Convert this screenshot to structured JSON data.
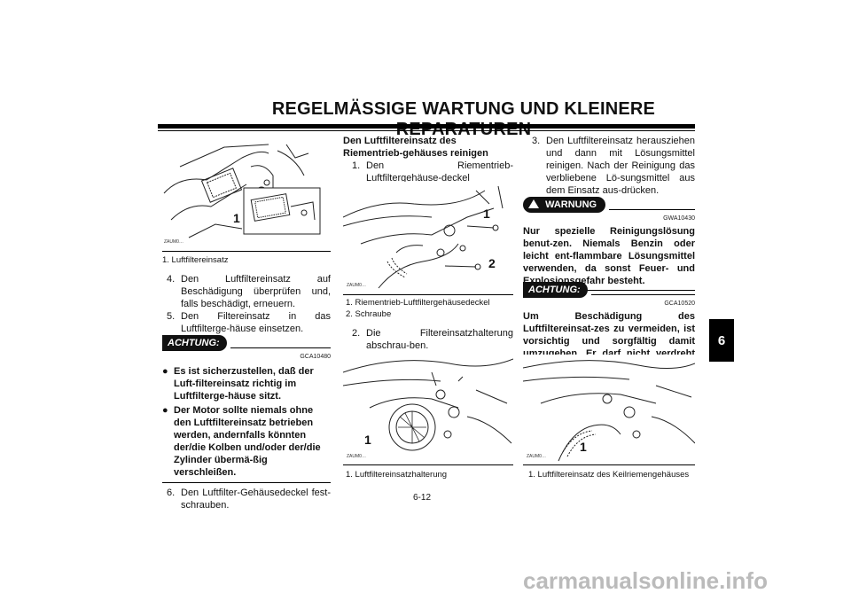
{
  "header": {
    "title": "REGELMÄSSIGE WARTUNG UND KLEINERE REPARATUREN"
  },
  "chapter_tab": "6",
  "page_number": "6-12",
  "col1": {
    "figure1": {
      "callout": "1",
      "code": "ZAUM0…",
      "caption": "1. Luftfiltereinsatz"
    },
    "steps": [
      {
        "n": "4.",
        "text": "Den Luftfiltereinsatz auf Beschädigung überprüfen und, falls beschädigt, erneuern."
      },
      {
        "n": "5.",
        "text": "Den Filtereinsatz in das Luftfilterge-häuse einsetzen."
      }
    ],
    "achtung": {
      "label": "ACHTUNG:",
      "code": "GCA10480",
      "bullets": [
        "Es ist sicherzustellen, daß der Luft-filtereinsatz richtig im Luftfilterge-häuse sitzt.",
        "Der Motor sollte niemals ohne den Luftfiltereinsatz betrieben werden, andernfalls könnten der/die Kolben und/oder der/die Zylinder übermä-ßig verschleißen."
      ]
    },
    "step6": {
      "n": "6.",
      "text": "Den Luftfilter-Gehäusedeckel fest-schrauben."
    }
  },
  "col2": {
    "heading": "Den Luftfiltereinsatz des Riementrieb-gehäuses reinigen",
    "step1": {
      "n": "1.",
      "text": "Den Riementrieb-Luftfiltergehäuse-deckel abschrauben."
    },
    "figure2": {
      "callout1": "1",
      "callout2": "2",
      "code": "ZAUM0…",
      "captions": [
        "1. Riementrieb-Luftfiltergehäusedeckel",
        "2. Schraube"
      ]
    },
    "step2": {
      "n": "2.",
      "text": "Die Filtereinsatzhalterung abschrau-ben."
    },
    "figure3": {
      "callout": "1",
      "code": "ZAUM0…",
      "caption": "1. Luftfiltereinsatzhalterung"
    }
  },
  "col3": {
    "step3": {
      "n": "3.",
      "text": "Den Luftfiltereinsatz herausziehen und dann mit Lösungsmittel reinigen. Nach der Reinigung das verbliebene Lö-sungsmittel aus dem Einsatz aus-drücken."
    },
    "warnung": {
      "label": "WARNUNG",
      "code": "GWA10430",
      "text": "Nur spezielle Reinigungslösung benut-zen. Niemals Benzin oder leicht ent-flammbare Lösungsmittel verwenden, da sonst Feuer- und Explosionsgefahr besteht."
    },
    "achtung": {
      "label": "ACHTUNG:",
      "code": "GCA10520",
      "text": "Um Beschädigung des Luftfiltereinsat-zes zu vermeiden, ist vorsichtig und sorgfältig damit umzugehen. Er darf nicht verdreht werden."
    },
    "figure4": {
      "callout": "1",
      "code": "ZAUM0…",
      "caption": "1. Luftfiltereinsatz des Keilriemengehäuses"
    }
  },
  "watermark": "carmanualsonline.info"
}
